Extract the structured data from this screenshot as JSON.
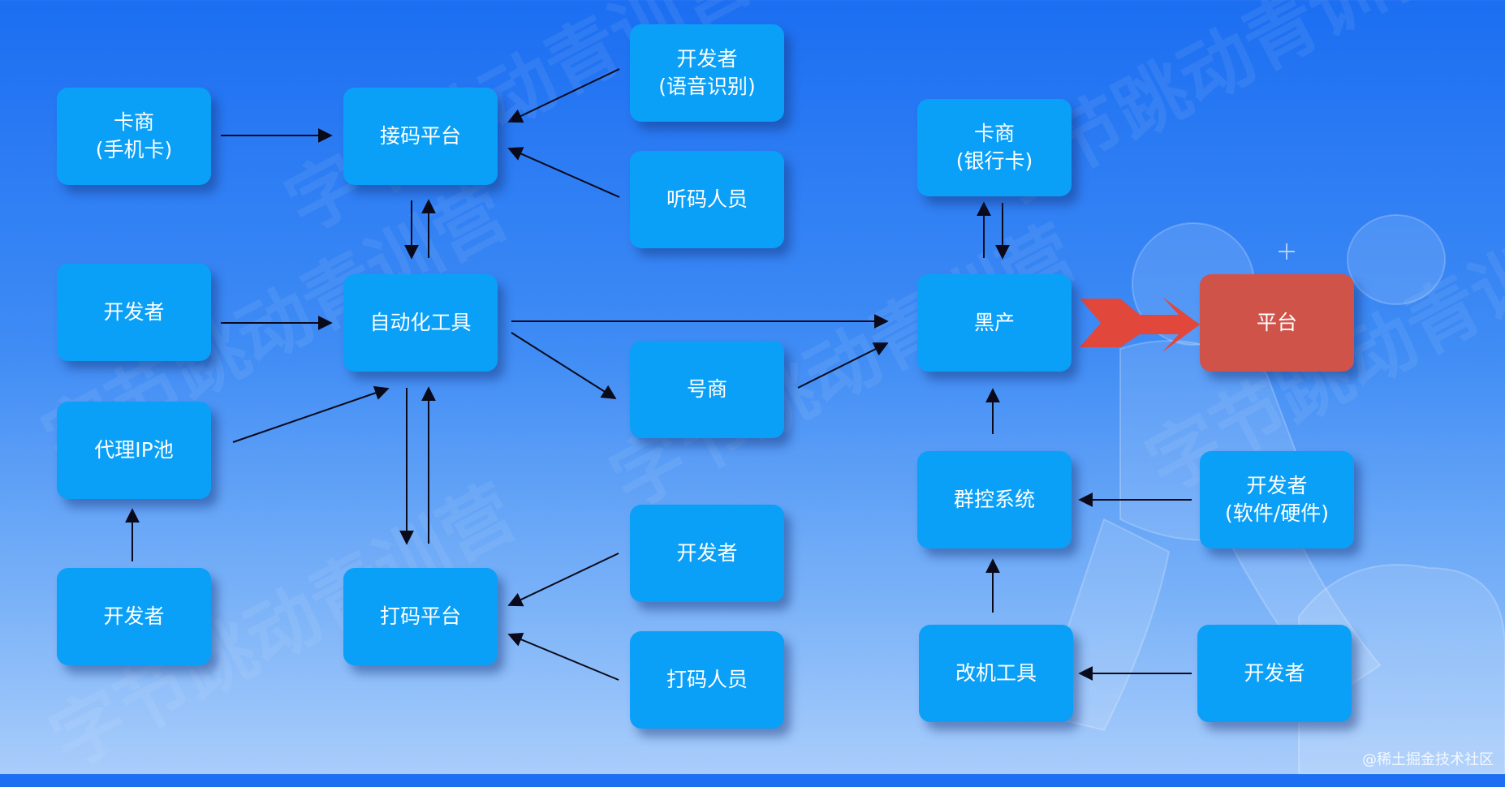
{
  "nodes": {
    "card_dealer_sim": {
      "line1": "卡商",
      "line2": "(手机卡)"
    },
    "sms_platform": {
      "line1": "接码平台"
    },
    "dev_voice": {
      "line1": "开发者",
      "line2": "(语音识别)"
    },
    "code_listener": {
      "line1": "听码人员"
    },
    "dev_automation": {
      "line1": "开发者"
    },
    "automation_tool": {
      "line1": "自动化工具"
    },
    "proxy_ip_pool": {
      "line1": "代理IP池"
    },
    "account_dealer": {
      "line1": "号商"
    },
    "dev_proxy": {
      "line1": "开发者"
    },
    "captcha_platform": {
      "line1": "打码平台"
    },
    "dev_captcha": {
      "line1": "开发者"
    },
    "captcha_worker": {
      "line1": "打码人员"
    },
    "card_dealer_bank": {
      "line1": "卡商",
      "line2": "(银行卡)"
    },
    "black_industry": {
      "line1": "黑产"
    },
    "platform": {
      "line1": "平台"
    },
    "group_control": {
      "line1": "群控系统"
    },
    "dev_software_hardware": {
      "line1": "开发者",
      "line2": "(软件/硬件)"
    },
    "device_mod_tool": {
      "line1": "改机工具"
    },
    "dev_mod": {
      "line1": "开发者"
    }
  },
  "watermark_text": "字节跳动青训营",
  "credit": "@稀土掘金技术社区",
  "colors": {
    "node": "#0aa0f8",
    "node_alert": "#d0534a",
    "arrow": "#0a0a1a",
    "red_arrow": "#e2473c"
  }
}
